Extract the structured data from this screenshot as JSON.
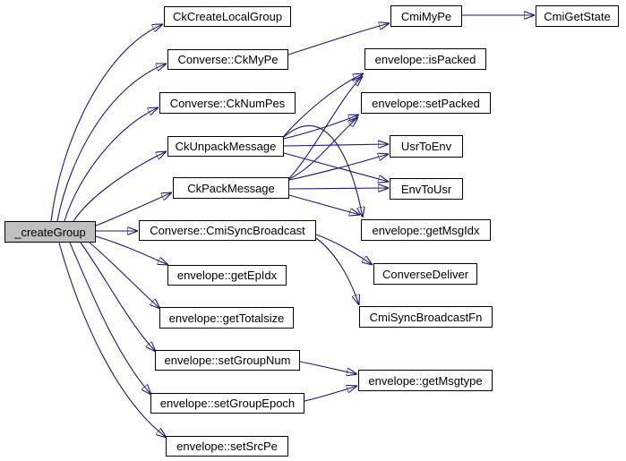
{
  "diagram": {
    "type": "doxygen-call-graph",
    "root": "_createGroup",
    "colors": {
      "edge": "#191970",
      "node_border": "#000000",
      "node_fill": "#ffffff",
      "root_fill": "#c0c0c0",
      "text": "#000000",
      "background": "#ffffff"
    },
    "nodes": [
      {
        "id": "createGroup",
        "label": "_createGroup"
      },
      {
        "id": "CkCreateLocalGroup",
        "label": "CkCreateLocalGroup"
      },
      {
        "id": "ConverseCkMyPe",
        "label": "Converse::CkMyPe"
      },
      {
        "id": "ConverseCkNumPes",
        "label": "Converse::CkNumPes"
      },
      {
        "id": "CkUnpackMessage",
        "label": "CkUnpackMessage"
      },
      {
        "id": "CkPackMessage",
        "label": "CkPackMessage"
      },
      {
        "id": "CmiSyncBroadcast",
        "label": "Converse::CmiSyncBroadcast"
      },
      {
        "id": "getEpIdx",
        "label": "envelope::getEpIdx"
      },
      {
        "id": "getTotalsize",
        "label": "envelope::getTotalsize"
      },
      {
        "id": "setGroupNum",
        "label": "envelope::setGroupNum"
      },
      {
        "id": "setGroupEpoch",
        "label": "envelope::setGroupEpoch"
      },
      {
        "id": "setSrcPe",
        "label": "envelope::setSrcPe"
      },
      {
        "id": "CmiMyPe",
        "label": "CmiMyPe"
      },
      {
        "id": "isPacked",
        "label": "envelope::isPacked"
      },
      {
        "id": "setPacked",
        "label": "envelope::setPacked"
      },
      {
        "id": "UsrToEnv",
        "label": "UsrToEnv"
      },
      {
        "id": "EnvToUsr",
        "label": "EnvToUsr"
      },
      {
        "id": "getMsgIdx",
        "label": "envelope::getMsgIdx"
      },
      {
        "id": "ConverseDeliver",
        "label": "ConverseDeliver"
      },
      {
        "id": "CmiSyncBroadcastFn",
        "label": "CmiSyncBroadcastFn"
      },
      {
        "id": "getMsgtype",
        "label": "envelope::getMsgtype"
      },
      {
        "id": "CmiGetState",
        "label": "CmiGetState"
      }
    ],
    "edges": [
      {
        "from": "createGroup",
        "to": "CkCreateLocalGroup"
      },
      {
        "from": "createGroup",
        "to": "ConverseCkMyPe"
      },
      {
        "from": "createGroup",
        "to": "ConverseCkNumPes"
      },
      {
        "from": "createGroup",
        "to": "CkUnpackMessage"
      },
      {
        "from": "createGroup",
        "to": "CkPackMessage"
      },
      {
        "from": "createGroup",
        "to": "CmiSyncBroadcast"
      },
      {
        "from": "createGroup",
        "to": "getEpIdx"
      },
      {
        "from": "createGroup",
        "to": "getTotalsize"
      },
      {
        "from": "createGroup",
        "to": "setGroupNum"
      },
      {
        "from": "createGroup",
        "to": "setGroupEpoch"
      },
      {
        "from": "createGroup",
        "to": "setSrcPe"
      },
      {
        "from": "ConverseCkMyPe",
        "to": "CmiMyPe"
      },
      {
        "from": "CmiMyPe",
        "to": "CmiGetState"
      },
      {
        "from": "CkUnpackMessage",
        "to": "isPacked"
      },
      {
        "from": "CkUnpackMessage",
        "to": "setPacked"
      },
      {
        "from": "CkUnpackMessage",
        "to": "UsrToEnv"
      },
      {
        "from": "CkUnpackMessage",
        "to": "EnvToUsr"
      },
      {
        "from": "CkUnpackMessage",
        "to": "getMsgIdx"
      },
      {
        "from": "CkPackMessage",
        "to": "isPacked"
      },
      {
        "from": "CkPackMessage",
        "to": "setPacked"
      },
      {
        "from": "CkPackMessage",
        "to": "UsrToEnv"
      },
      {
        "from": "CkPackMessage",
        "to": "EnvToUsr"
      },
      {
        "from": "CkPackMessage",
        "to": "getMsgIdx"
      },
      {
        "from": "CmiSyncBroadcast",
        "to": "ConverseDeliver"
      },
      {
        "from": "CmiSyncBroadcast",
        "to": "CmiSyncBroadcastFn"
      },
      {
        "from": "setGroupNum",
        "to": "getMsgtype"
      },
      {
        "from": "setGroupEpoch",
        "to": "getMsgtype"
      }
    ]
  }
}
